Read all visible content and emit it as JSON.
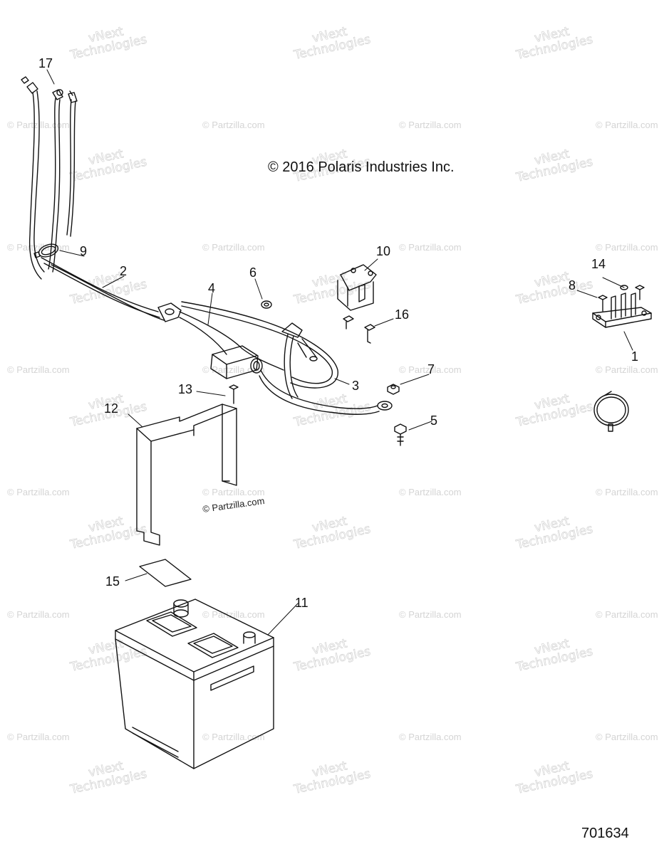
{
  "copyright": "© 2016 Polaris Industries Inc.",
  "drawing_number": "701634",
  "watermark": {
    "site": "© Partzilla.com",
    "brand_line1": "vNext",
    "brand_line2": "Technologies",
    "inline": "© Partzilla.com"
  },
  "callouts": {
    "c1": "1",
    "c2": "2",
    "c3": "3",
    "c4": "4",
    "c5": "5",
    "c6": "6",
    "c7": "7",
    "c8": "8",
    "c9": "9",
    "c10": "10",
    "c11": "11",
    "c12": "12",
    "c13": "13",
    "c14": "14",
    "c15": "15",
    "c16": "16",
    "c17": "17"
  }
}
